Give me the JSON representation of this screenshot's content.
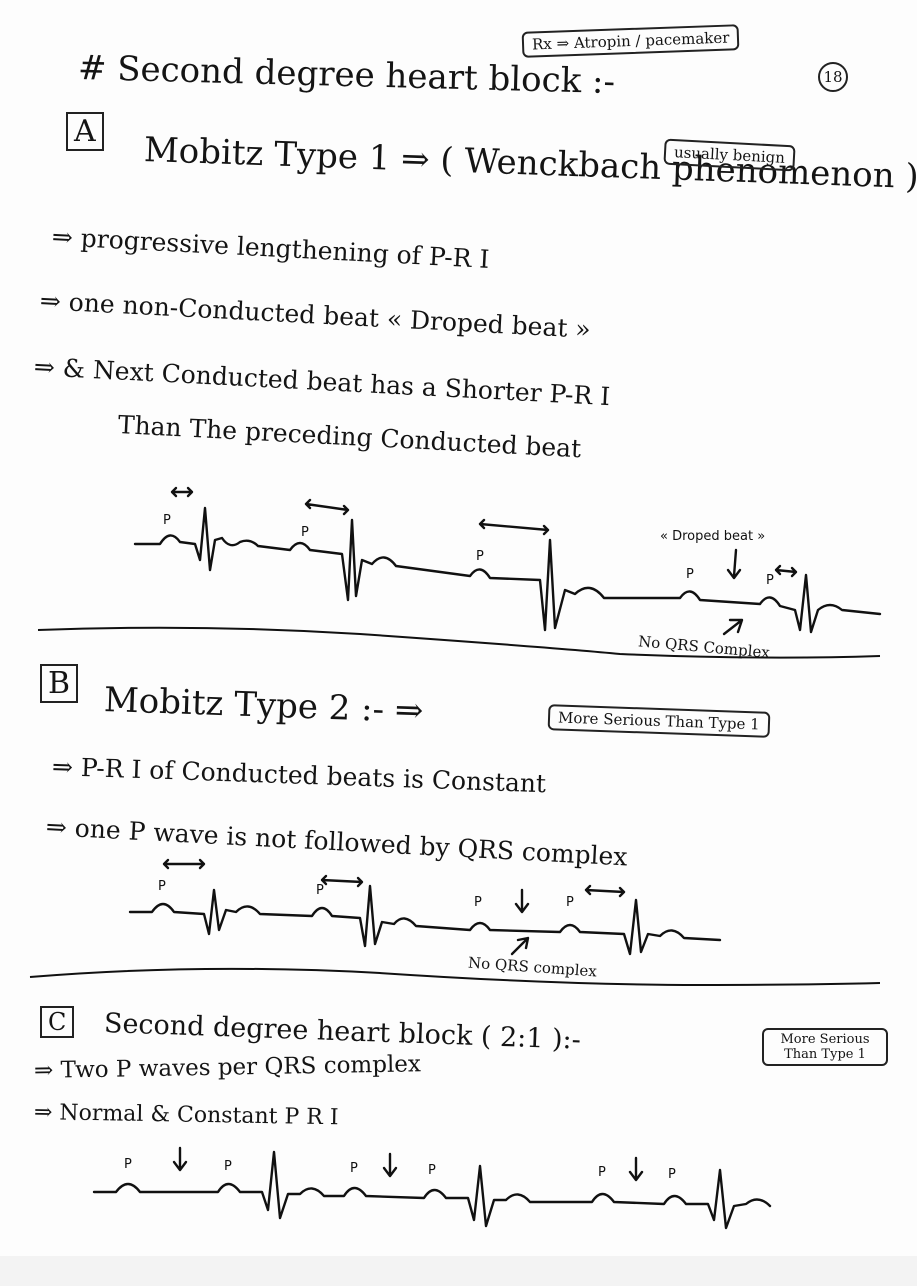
{
  "header": {
    "rx_note": "Rx ⇒ Atropin / pacemaker",
    "title": "# Second degree heart block :-",
    "page_number": "18"
  },
  "section_a": {
    "letter": "A",
    "heading": "Mobitz Type 1 ⇒ ( Wenckbach phenomenon )",
    "badge": "usually benign",
    "points": [
      "⇒ progressive lengthening of P-R I",
      "⇒ one non-Conducted beat « Droped beat »",
      "⇒ & Next Conducted beat has a Shorter P-R I",
      "Than The preceding Conducted beat"
    ],
    "ecg_labels": {
      "p": "P",
      "dropped_beat": "« Droped beat »",
      "no_qrs": "No QRS Complex"
    }
  },
  "section_b": {
    "letter": "B",
    "heading": "Mobitz Type 2 :- ⇒",
    "badge": "More Serious Than Type 1",
    "points": [
      "⇒ P-R I of Conducted beats is Constant",
      "⇒ one P wave is not followed by QRS complex"
    ],
    "ecg_labels": {
      "p": "P",
      "no_qrs": "No QRS complex"
    }
  },
  "section_c": {
    "letter": "C",
    "heading": "Second degree heart block ( 2:1 ):-",
    "badge": "More Serious Than Type 1",
    "points": [
      "⇒ Two P waves per QRS complex",
      "⇒ Normal & Constant P R I"
    ],
    "ecg_labels": {
      "p": "P"
    }
  },
  "colors": {
    "ink": "#141414",
    "paper": "#fdfdfd"
  }
}
